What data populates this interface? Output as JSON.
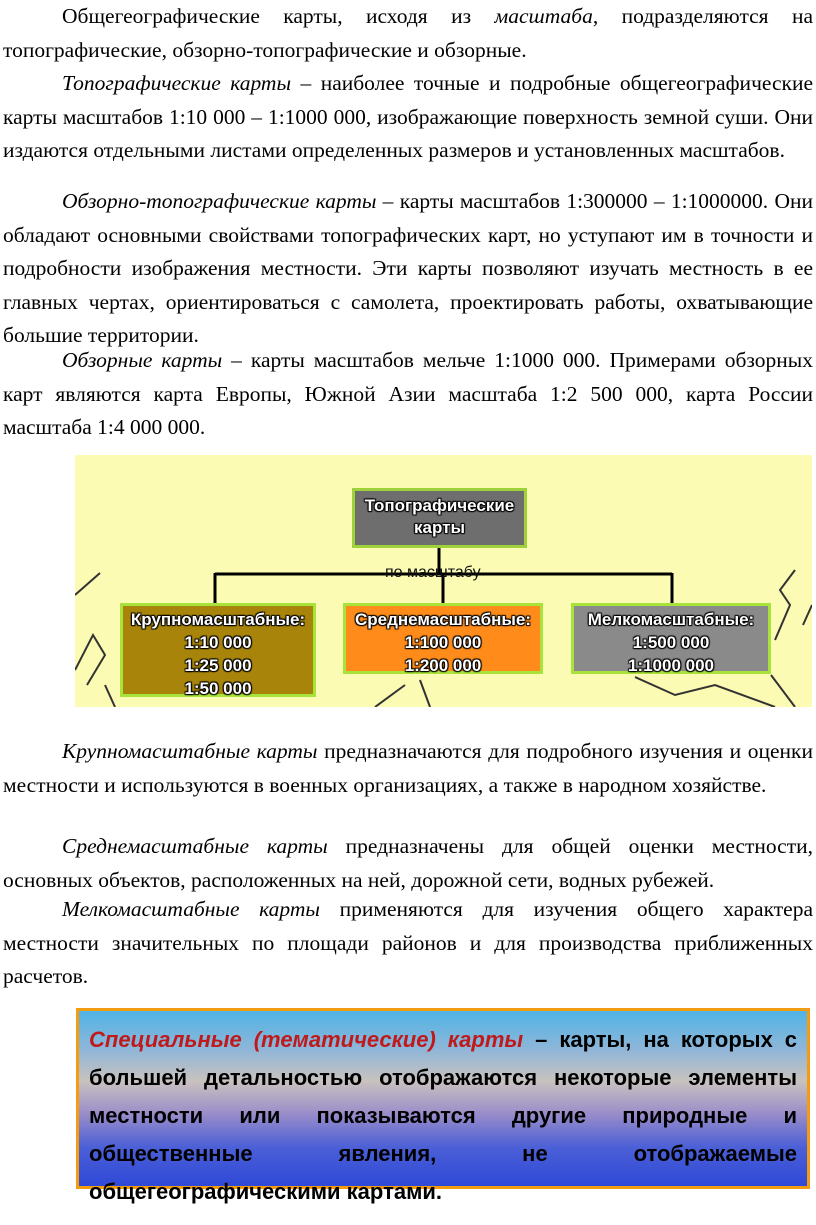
{
  "p1": {
    "a": "Общегеографические карты, исходя из ",
    "em": "масштаба",
    "b": ", подразделяются на топографические, обзорно-топографические и обзорные."
  },
  "p2": {
    "em": "Топографические карты",
    "b": " – наиболее точные и подробные общегеографические карты масштабов 1:10 000 – 1:1000 000, изображающие поверхность земной суши. Они издаются отдельными листами определенных размеров и установленных масштабов."
  },
  "p3": {
    "em": "Обзорно-топографические карты",
    "b": " – карты масштабов 1:300000 – 1:1000000. Они обладают основными свойствами топографических карт, но уступают им в точности и подробности изображения местности. Эти карты позволяют изучать местность в ее главных чертах, ориентироваться с самолета, проектировать работы, охватывающие большие территории."
  },
  "p4": {
    "em": "Обзорные карты",
    "b": " – карты масштабов мельче 1:1000 000. Примерами обзорных карт являются карта Европы, Южной Азии масштаба 1:2 500 000, карта России масштаба 1:4 000 000."
  },
  "diagram": {
    "root": {
      "line1": "Топографические",
      "line2": "карты",
      "color": "#6e6e6e"
    },
    "caption": "по масштабу",
    "children": [
      {
        "title": "Крупномасштабные:",
        "scales": [
          "1:10 000",
          "1:25 000",
          "1:50 000"
        ],
        "color": "#a8850a"
      },
      {
        "title": "Среднемасштабные:",
        "scales": [
          "1:100 000",
          "1:200 000"
        ],
        "color": "#ff8c1a"
      },
      {
        "title": "Мелкомасштабные:",
        "scales": [
          "1:500 000",
          "1:1000 000"
        ],
        "color": "#8a8a8a"
      }
    ],
    "background": "#fbfbb3",
    "border": "#a7e33a"
  },
  "p5": {
    "em": "Крупномасштабные карты",
    "b": " предназначаются для подробного изучения и оценки местности и используются в военных организациях, а также в народном хозяйстве."
  },
  "p6": {
    "em": "Среднемасштабные карты",
    "b": " предназначены для общей оценки местности, основных объектов, расположенных на ней, дорожной сети, водных рубежей."
  },
  "p7": {
    "em": "Мелкомасштабные карты",
    "b": " применяются для изучения общего характера местности значительных по площади районов и для производства приближенных расчетов."
  },
  "banner": {
    "red": "Специальные (тематические) карты",
    "rest": " – карты, на которых с большей детальностью отображаются некоторые элементы местности или показываются другие природные и общественные явления, не отображаемые общегеографическими картами.",
    "border": "#f39c12",
    "highlight": "#c0191b"
  }
}
